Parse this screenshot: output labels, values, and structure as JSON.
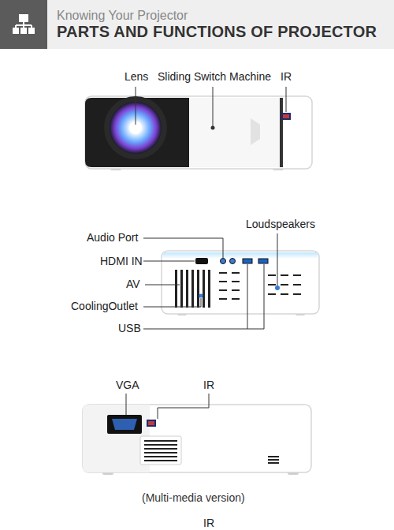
{
  "diagram": {
    "title": "PARTS AND FUNCTIONS OF PROJECTOR",
    "labels": [
      "Knowing Your Projector",
      "Lens",
      "Sliding Switch Machine",
      "IR",
      "Audio Port",
      "HDMI IN",
      "AV",
      "CoolingOutlet",
      "USB",
      "Loudspeakers",
      "VGA",
      "IR",
      "(Multi-media version)",
      "IR"
    ]
  }
}
